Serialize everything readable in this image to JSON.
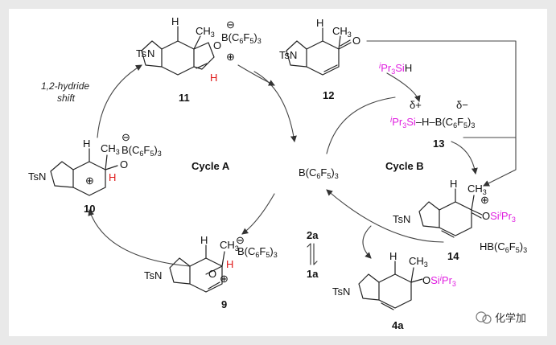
{
  "title": "",
  "cycles": {
    "cycle_a": "Cycle A",
    "cycle_b": "Cycle B"
  },
  "catalyst": "B(C6F5)3",
  "step_label": {
    "line1": "1,2-hydride",
    "line2": "shift"
  },
  "compounds": {
    "c11": {
      "id": "11",
      "substituents": [
        "Ts",
        "N",
        "CH3",
        "H",
        "O",
        "B(C6F5)3",
        "H"
      ]
    },
    "c12": {
      "id": "12",
      "substituents": [
        "Ts",
        "N",
        "CH3",
        "H",
        "O"
      ]
    },
    "c13": {
      "id": "13",
      "substituents": [
        "iPr3Si",
        "H",
        "B(C6F5)3",
        "δ+",
        "δ−"
      ]
    },
    "c14": {
      "id": "14",
      "substituents": [
        "Ts",
        "N",
        "CH3",
        "H",
        "OSiiPr3",
        "HB(C6F5)3"
      ]
    },
    "c4a": {
      "id": "4a",
      "substituents": [
        "Ts",
        "N",
        "CH3",
        "H",
        "OSiiPr3"
      ]
    },
    "c9": {
      "id": "9",
      "substituents": [
        "Ts",
        "N",
        "CH3",
        "H",
        "O",
        "B(C6F5)3",
        "H"
      ]
    },
    "c10": {
      "id": "10",
      "substituents": [
        "Ts",
        "N",
        "CH3",
        "H",
        "O",
        "B(C6F5)3",
        "H"
      ]
    }
  },
  "reagent_silane": "iPr3SiH",
  "equilibrium": {
    "top": "2a",
    "bottom": "1a"
  },
  "watermark": "化学加",
  "colors": {
    "silyl": "#e020e0",
    "hydride": "#e01818",
    "ink": "#111111",
    "background": "#e9e9e9"
  }
}
